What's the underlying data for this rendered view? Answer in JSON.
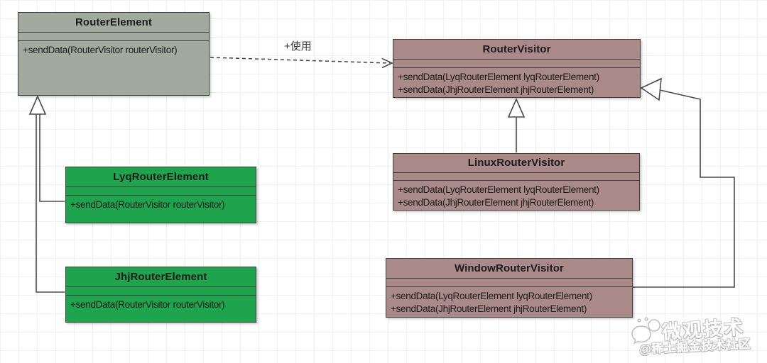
{
  "diagram": {
    "uses_label": "+使用",
    "classes": {
      "router_element": {
        "title": "RouterElement",
        "methods": [
          "+sendData(RouterVisitor routerVisitor)"
        ]
      },
      "lyq_router_element": {
        "title": "LyqRouterElement",
        "methods": [
          "+sendData(RouterVisitor routerVisitor)"
        ]
      },
      "jhj_router_element": {
        "title": "JhjRouterElement",
        "methods": [
          "+sendData(RouterVisitor routerVisitor)"
        ]
      },
      "router_visitor": {
        "title": "RouterVisitor",
        "methods": [
          "+sendData(LyqRouterElement lyqRouterElement)",
          "+sendData(JhjRouterElement jhjRouterElement)"
        ]
      },
      "linux_router_visitor": {
        "title": "LinuxRouterVisitor",
        "methods": [
          "+sendData(LyqRouterElement lyqRouterElement)",
          "+sendData(JhjRouterElement jhjRouterElement)"
        ]
      },
      "window_router_visitor": {
        "title": "WindowRouterVisitor",
        "methods": [
          "+sendData(LyqRouterElement lyqRouterElement)",
          "+sendData(JhjRouterElement jhjRouterElement)"
        ]
      }
    },
    "colors": {
      "abstract_element_fill": "#a2aaa0",
      "concrete_element_fill": "#1fa44e",
      "visitor_fill": "#a98a88",
      "box_border": "#3f3f3f",
      "line": "#4a4a4a",
      "text": "#1b1b1b"
    }
  },
  "watermark": {
    "brand": "微观技术",
    "community": "@稀土掘金技术社区"
  }
}
